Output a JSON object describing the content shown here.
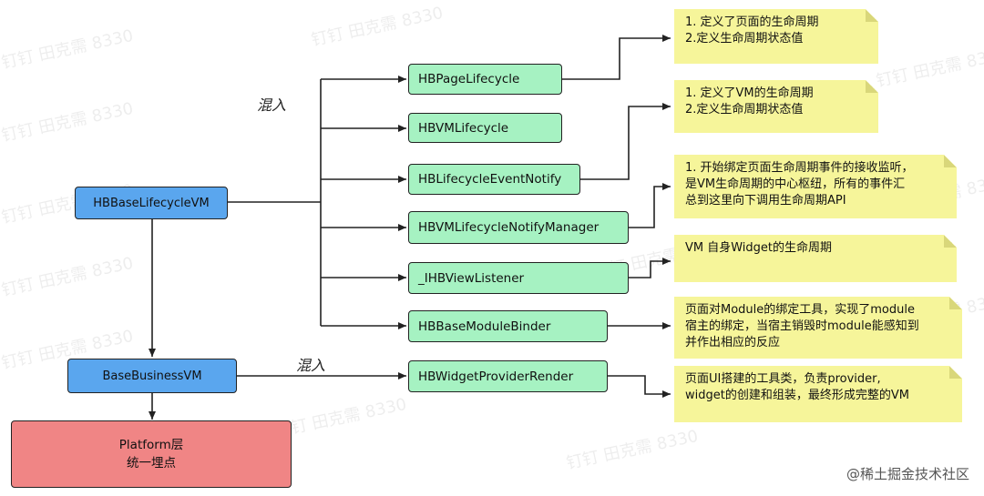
{
  "watermark": "钉钉 田克需 8330",
  "credit": "@稀土掘金技术社区",
  "mixin_label": "混入",
  "nodes": {
    "hbbase": "HBBaseLifecycleVM",
    "basebusiness": "BaseBusinessVM",
    "platform_line1": "Platform层",
    "platform_line2": "统一埋点"
  },
  "mixins": [
    "HBPageLifecycle",
    "HBVMLifecycle",
    "HBLifecycleEventNotify",
    "HBVMLifecycleNotifyManager",
    "_IHBViewListener",
    "HBBaseModuleBinder",
    "HBWidgetProviderRender"
  ],
  "notes": [
    [
      "1. 定义了页面的生命周期",
      "2.定义生命周期状态值"
    ],
    [
      "1. 定义了VM的生命周期",
      "2.定义生命周期状态值"
    ],
    [
      "1. 开始绑定页面生命周期事件的接收监听，",
      "是VM生命周期的中心枢纽，所有的事件汇",
      "总到这里向下调用生命周期API"
    ],
    [
      "VM 自身Widget的生命周期"
    ],
    [
      "页面对Module的绑定工具，实现了module",
      "宿主的绑定，当宿主销毁时module能感知到",
      "并作出相应的反应"
    ],
    [
      "页面UI搭建的工具类，负责provider,",
      "widget的创建和组装，最终形成完整的VM"
    ]
  ],
  "colors": {
    "green_box": "#a6f2c2",
    "blue_box": "#5aa6ee",
    "red_box": "#f08585",
    "note": "#f6f59a"
  }
}
